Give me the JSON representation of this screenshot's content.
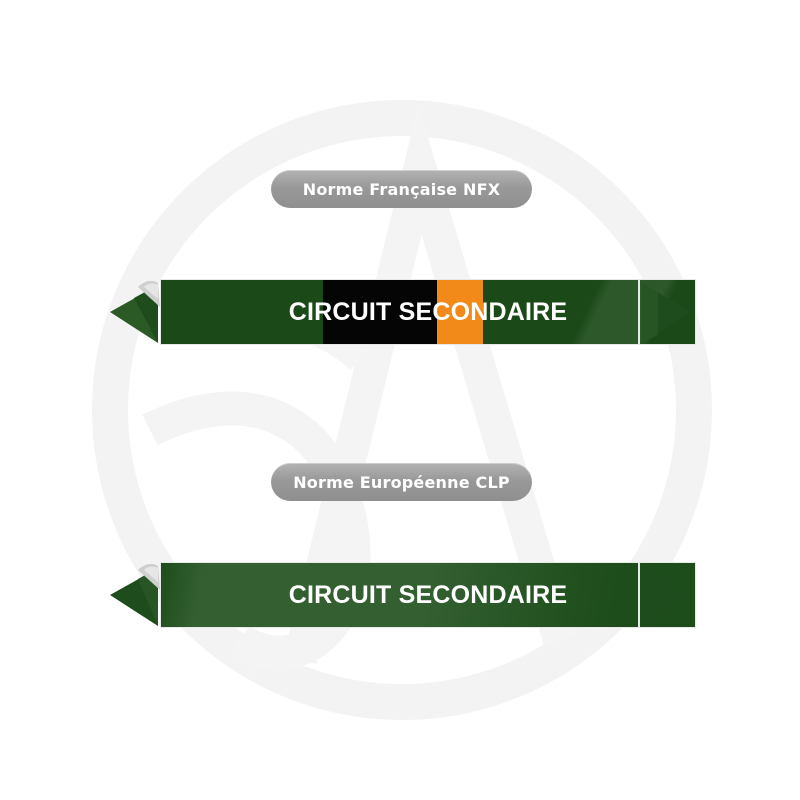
{
  "colors": {
    "background": "#ffffff",
    "pill_gray": "#9e9e9e",
    "marker_green": "#1b4a18",
    "stripe_black": "#050505",
    "stripe_orange": "#f28a1a",
    "text_white": "#ffffff"
  },
  "sections": [
    {
      "standard_label": "Norme Française NFX",
      "marker": {
        "text": "CIRCUIT SECONDAIRE",
        "base_color": "#1b4a18",
        "stripes": [
          {
            "color": "black",
            "hex": "#050505"
          },
          {
            "color": "orange",
            "hex": "#f28a1a"
          }
        ],
        "arrow_left": "left-arrow-tip-icon",
        "arrow_right": "right-arrow-tip-icon"
      }
    },
    {
      "standard_label": "Norme Européenne CLP",
      "marker": {
        "text": "CIRCUIT SECONDAIRE",
        "base_color": "#1d4d1a",
        "stripes": [],
        "arrow_left": "left-arrow-tip-icon",
        "arrow_right": "right-arrow-tip-icon"
      }
    }
  ],
  "watermark": "circular-logo-watermark"
}
